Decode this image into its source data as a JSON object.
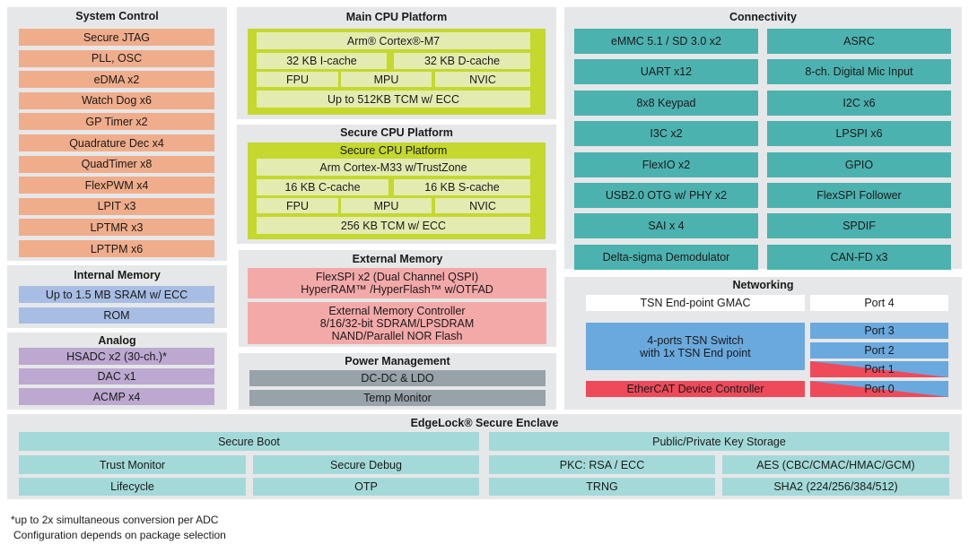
{
  "system_control": {
    "title": "System Control",
    "items": [
      "Secure JTAG",
      "PLL, OSC",
      "eDMA x2",
      "Watch Dog x6",
      "GP Timer x2",
      "Quadrature Dec x4",
      "QuadTimer x8",
      "FlexPWM x4",
      "LPIT x3",
      "LPTMR x3",
      "LPTPM x6"
    ]
  },
  "internal_memory": {
    "title": "Internal Memory",
    "items": [
      "Up to 1.5 MB SRAM w/ ECC",
      "ROM"
    ]
  },
  "analog": {
    "title": "Analog",
    "items": [
      "HSADC x2 (30-ch.)*",
      "DAC x1",
      "ACMP x4"
    ]
  },
  "main_cpu": {
    "title": "Main CPU Platform",
    "core": "Arm® Cortex®-M7",
    "icache": "32 KB I-cache",
    "dcache": "32 KB D-cache",
    "fpu": "FPU",
    "mpu": "MPU",
    "nvic": "NVIC",
    "tcm": "Up to 512KB TCM w/ ECC"
  },
  "secure_cpu": {
    "title": "Secure CPU Platform",
    "inner_title": "Secure CPU Platform",
    "core": "Arm Cortex-M33 w/TrustZone",
    "ccache": "16 KB C-cache",
    "scache": "16 KB S-cache",
    "fpu": "FPU",
    "mpu": "MPU",
    "nvic": "NVIC",
    "tcm": "256 KB TCM w/ ECC"
  },
  "external_memory": {
    "title": "External Memory",
    "flexspi_line1": "FlexSPI x2 (Dual Channel QSPI)",
    "flexspi_line2": "HyperRAM™ /HyperFlash™ w/OTFAD",
    "emc_line1": "External Memory Controller",
    "emc_line2": "8/16/32-bit SDRAM/LPSDRAM",
    "emc_line3": "NAND/Parallel NOR Flash"
  },
  "power_management": {
    "title": "Power Management",
    "items": [
      "DC-DC & LDO",
      "Temp Monitor"
    ]
  },
  "connectivity": {
    "title": "Connectivity",
    "left": [
      "eMMC 5.1 / SD 3.0 x2",
      "UART x12",
      "8x8 Keypad",
      "I3C x2",
      "FlexIO x2",
      "USB2.0 OTG w/ PHY x2",
      "SAI x 4",
      "Delta-sigma Demodulator"
    ],
    "right": [
      "ASRC",
      "8-ch. Digital Mic Input",
      "I2C x6",
      "LPSPI x6",
      "GPIO",
      "FlexSPI Follower",
      "SPDIF",
      "CAN-FD x3"
    ]
  },
  "networking": {
    "title": "Networking",
    "gmac": "TSN End-point GMAC",
    "switch_line1": "4-ports TSN Switch",
    "switch_line2": "with 1x TSN End point",
    "ethercat": "EtherCAT Device Controller",
    "ports": [
      "Port 4",
      "Port 3",
      "Port 2",
      "Port 1",
      "Port 0"
    ]
  },
  "edgelock": {
    "title": "EdgeLock® Secure Enclave",
    "secure_boot": "Secure Boot",
    "key_storage": "Public/Private Key Storage",
    "trust_monitor": "Trust Monitor",
    "secure_debug": "Secure Debug",
    "pkc": "PKC: RSA / ECC",
    "aes": "AES (CBC/CMAC/HMAC/GCM)",
    "lifecycle": "Lifecycle",
    "otp": "OTP",
    "trng": "TRNG",
    "sha2": "SHA2 (224/256/384/512)"
  },
  "footnotes": [
    "*up to 2x simultaneous conversion per ADC",
    "Configuration depends on package selection"
  ]
}
